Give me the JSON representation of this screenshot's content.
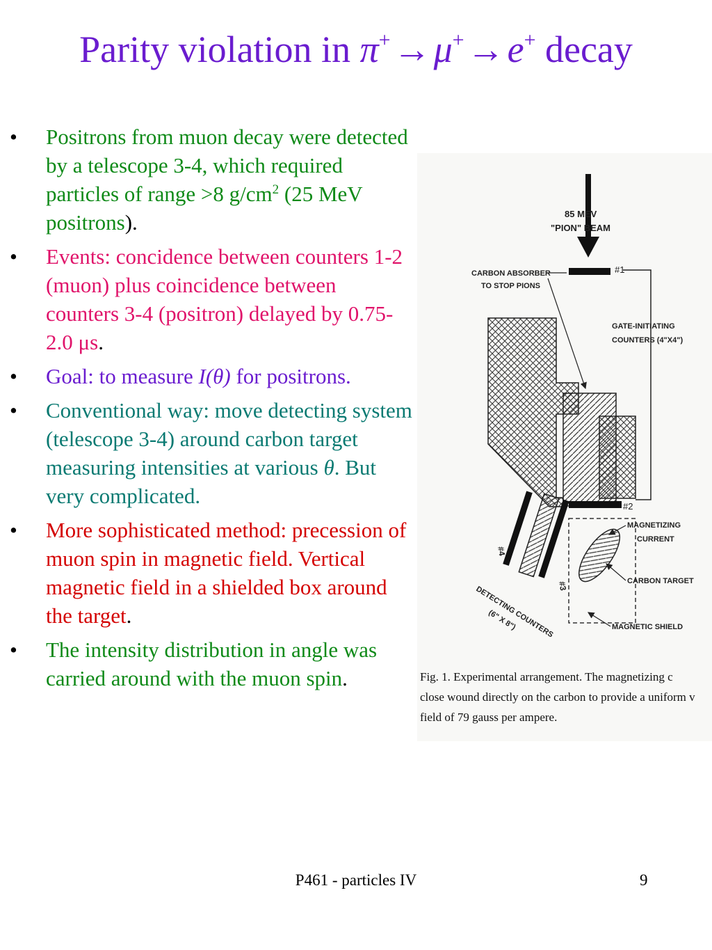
{
  "title": {
    "prefix": "Parity violation in ",
    "pi": "π",
    "plus1": "+",
    "arrow1": "→",
    "mu": "μ",
    "plus2": "+",
    "arrow2": "→",
    "e": "e",
    "plus3": "+",
    "suffix": " decay"
  },
  "bullets": [
    {
      "color": "#0f8a18",
      "line_a": "Positrons from muon decay were detected by a telescope 3-4, which required particles of range >8 g/cm",
      "sup": "2",
      "line_b": " (25 MeV positrons",
      "end": ")."
    },
    {
      "color": "#e0136a",
      "text": "Events: concidence between counters 1-2 (muon) plus coincidence between counters 3-4 (positron) delayed by 0.75-2.0 μs",
      "end": "."
    },
    {
      "color": "#6a1ccf",
      "before": "Goal: to measure ",
      "italic": "I(θ)",
      "after": " for positrons."
    },
    {
      "color": "#0a7a72",
      "before": "Conventional way: move detecting system (telescope 3-4) around carbon target measuring intensities at various ",
      "italic": "θ",
      "after": ". But very complicated."
    },
    {
      "color": "#d40000",
      "text": "More sophisticated method: precession of muon spin in magnetic field. Vertical magnetic field in a shielded box around the target",
      "end": "."
    },
    {
      "color": "#0f8a18",
      "text": "The intensity distribution in angle was carried around with the muon spin",
      "end": "."
    }
  ],
  "figure": {
    "beam_line1": "85 MEV",
    "beam_line2": "\"PION\" BEAM",
    "absorber_line1": "CARBON ABSORBER",
    "absorber_line2": "TO STOP PIONS",
    "counter1": "#1",
    "counter2": "#2",
    "counter3": "#3",
    "counter4": "#4",
    "gate_line1": "GATE-INITIATING",
    "gate_line2": "COUNTERS (4\"X4\")",
    "magnetizing_line1": "MAGNETIZING",
    "magnetizing_line2": "CURRENT",
    "carbon_target": "CARBON TARGET",
    "magnetic_shield": "MAGNETIC SHIELD",
    "detecting_line1": "DETECTING COUNTERS",
    "detecting_line2": "(6\" X 8\")",
    "caption_line1": "Fig. 1. Experimental arrangement. The magnetizing c",
    "caption_line2": "close wound directly on the carbon to provide a uniform v",
    "caption_line3": "field of 79 gauss per ampere."
  },
  "footer": {
    "course": "P461 - particles IV",
    "page": "9"
  }
}
